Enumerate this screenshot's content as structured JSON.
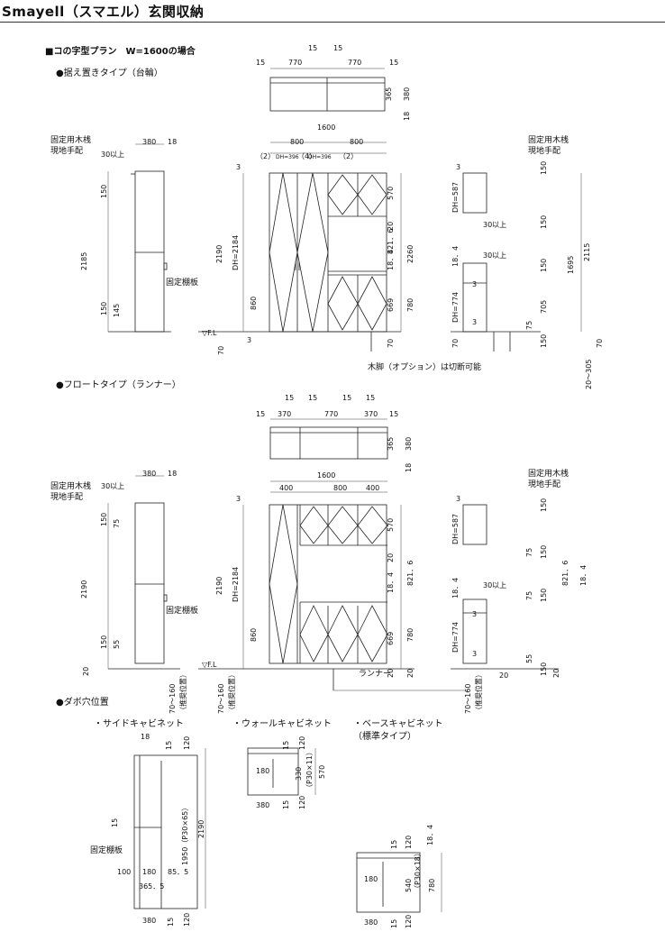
{
  "header": {
    "title": "Smayell（スマエル）玄関収納"
  },
  "plan": {
    "heading": "■コの字型プラン　W=1600の場合",
    "types": [
      {
        "heading": "●据え置きタイプ（台輪）"
      },
      {
        "heading": "●フロートタイプ（ランナー）"
      }
    ],
    "dowel": {
      "heading": "●ダボ穴位置",
      "side": "・サイドキャビネット",
      "wall": "・ウォールキャビネット",
      "base": "・ベースキャビネット",
      "base_sub": "（標準タイプ）"
    }
  },
  "dims": {
    "w15": "15",
    "w770": "770",
    "w370": "370",
    "d365": "365",
    "d380": "380",
    "d18": "18",
    "w1600": "1600",
    "w800": "800",
    "w400": "400",
    "p2": "（2）",
    "dh396a": "DH=396",
    "dh396b": "DH=396",
    "p4": "（4）",
    "h2190": "2190",
    "dh2184": "DH=2184",
    "h570": "570",
    "h20": "20",
    "h821": "821．6",
    "h184": "18．4",
    "h2260": "2260",
    "h860": "860",
    "h669": "669",
    "h780": "780",
    "h70": "70",
    "h3": "3",
    "h2185": "2185",
    "h150": "150",
    "h145": "145",
    "h55": "55",
    "h75": "75",
    "dh587": "DH=587",
    "dh774": "DH=774",
    "h1695": "1695",
    "h2115": "2115",
    "h705": "705",
    "r20_305": "20〜305",
    "r70_160": "70〜160",
    "recommend": "（推奨位置）",
    "over30": "30以上",
    "fl": "▽F.L",
    "d1950": "1950（P30×65）",
    "d330": "330",
    "d330p": "（P30×11）",
    "d540": "540",
    "d540p": "（P30×18）",
    "d120": "120",
    "d180": "180",
    "d100": "100",
    "d855": "85．5",
    "d3655": "365．5"
  },
  "notes": {
    "fixed_batten": "固定用木桟",
    "on_site": "現地手配",
    "fixed_shelf": "固定棚板",
    "wood_legs": "木脚（オプション）は切断可能",
    "runner": "ランナー"
  },
  "colors": {
    "line": "#222222",
    "dim": "#444444"
  }
}
